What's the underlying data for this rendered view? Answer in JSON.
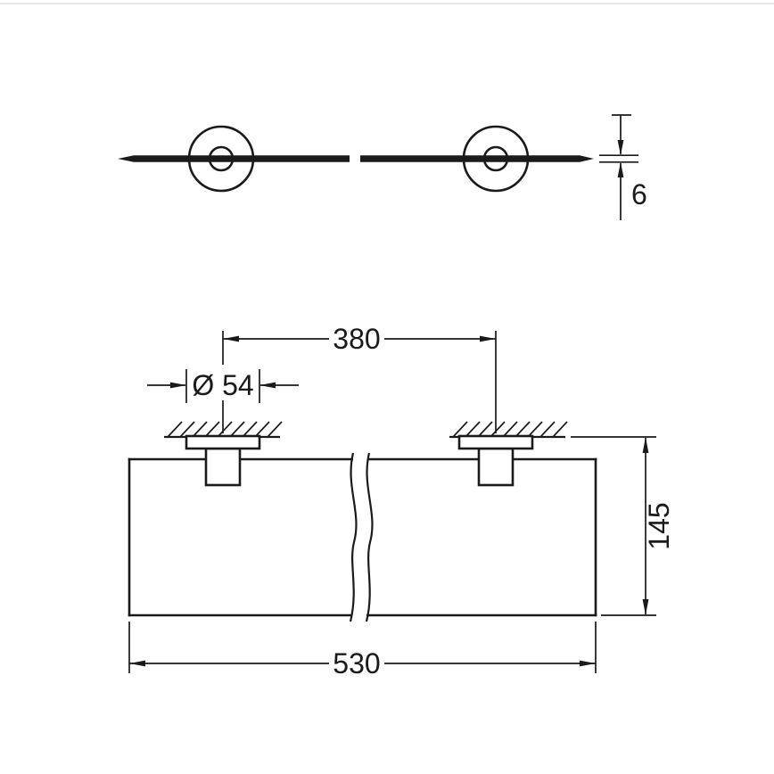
{
  "drawing": {
    "background": "#ffffff",
    "line_color": "#1a1a1a",
    "dimensions": {
      "glass_thickness": "6",
      "mount_spacing": "380",
      "rosette_diameter": "Ø 54",
      "shelf_depth": "145",
      "shelf_width": "530"
    }
  }
}
